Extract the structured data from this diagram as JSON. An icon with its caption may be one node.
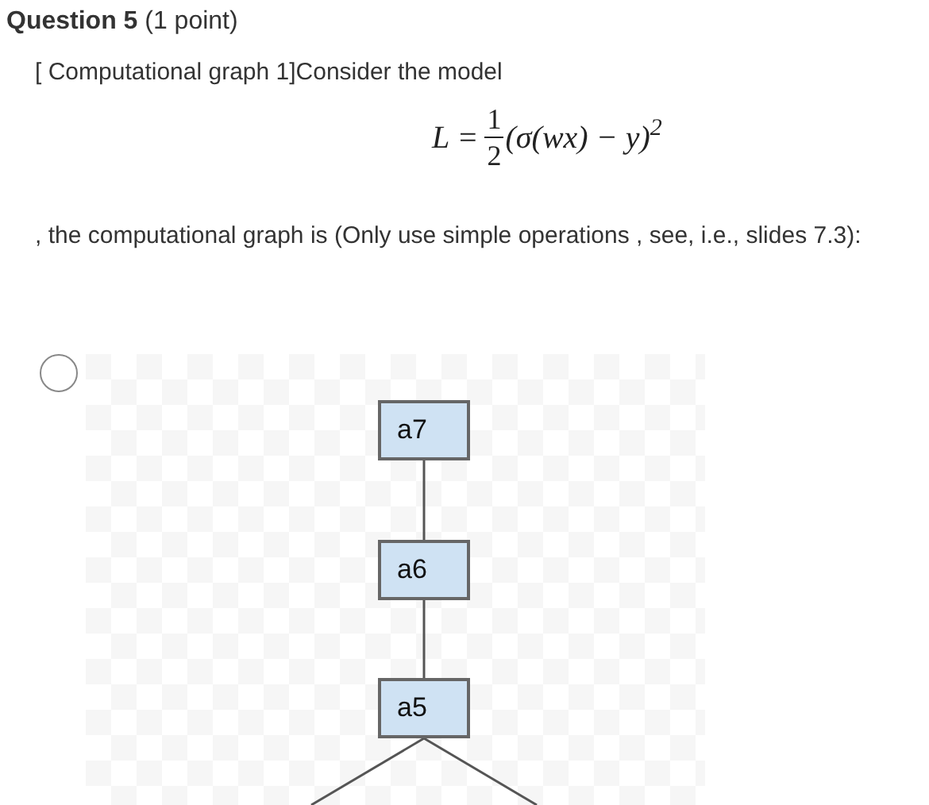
{
  "diagram": {
    "title": "**Question 5** (1 point)",
    "nodes": [
      {
        "text": [
          "a7"
        ]
      },
      {
        "text": [
          "a6"
        ]
      },
      {
        "text": [
          "a5"
        ]
      }
    ],
    "edges": [
      {
        "from": 0,
        "to": 1,
        "arrow": "none"
      },
      {
        "from": 1,
        "to": 2,
        "arrow": "none"
      },
      {
        "from": 2,
        "to": null,
        "arrow": "none"
      },
      {
        "from": 2,
        "to": null,
        "arrow": "none"
      }
    ],
    "labels": [
      "[ Computational graph 1]Consider the model",
      "L =",
      "1",
      "2",
      "(σ(wx) − y)$^{2}$",
      ", the computational graph is (Only use simple operations , see, i.e., slides 7.3):"
    ]
  }
}
